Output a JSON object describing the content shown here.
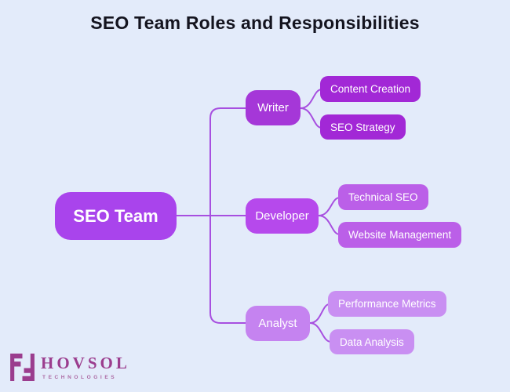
{
  "title": "SEO Team Roles and Responsibilities",
  "colors": {
    "background": "#e3ebfa",
    "connector": "#a74fe0",
    "root": "#a944ec",
    "branch_writer": "#a537d8",
    "branch_writer_children": "#a228d6",
    "branch_developer": "#b649ec",
    "branch_developer_children": "#bb5fe8",
    "branch_analyst": "#c583f0",
    "branch_analyst_children": "#c98ff2",
    "title_text": "#14141f",
    "node_text": "#ffffff",
    "logo_text": "#9b3d8e"
  },
  "mindmap": {
    "root": {
      "label": "SEO Team"
    },
    "branches": [
      {
        "role": {
          "label": "Writer"
        },
        "children": [
          {
            "label": "Content Creation"
          },
          {
            "label": "SEO Strategy"
          }
        ]
      },
      {
        "role": {
          "label": "Developer"
        },
        "children": [
          {
            "label": "Technical SEO"
          },
          {
            "label": "Website Management"
          }
        ]
      },
      {
        "role": {
          "label": "Analyst"
        },
        "children": [
          {
            "label": "Performance Metrics"
          },
          {
            "label": "Data Analysis"
          }
        ]
      }
    ]
  },
  "logo": {
    "name": "HOVSOL",
    "subtitle": "TECHNOLOGIES"
  }
}
